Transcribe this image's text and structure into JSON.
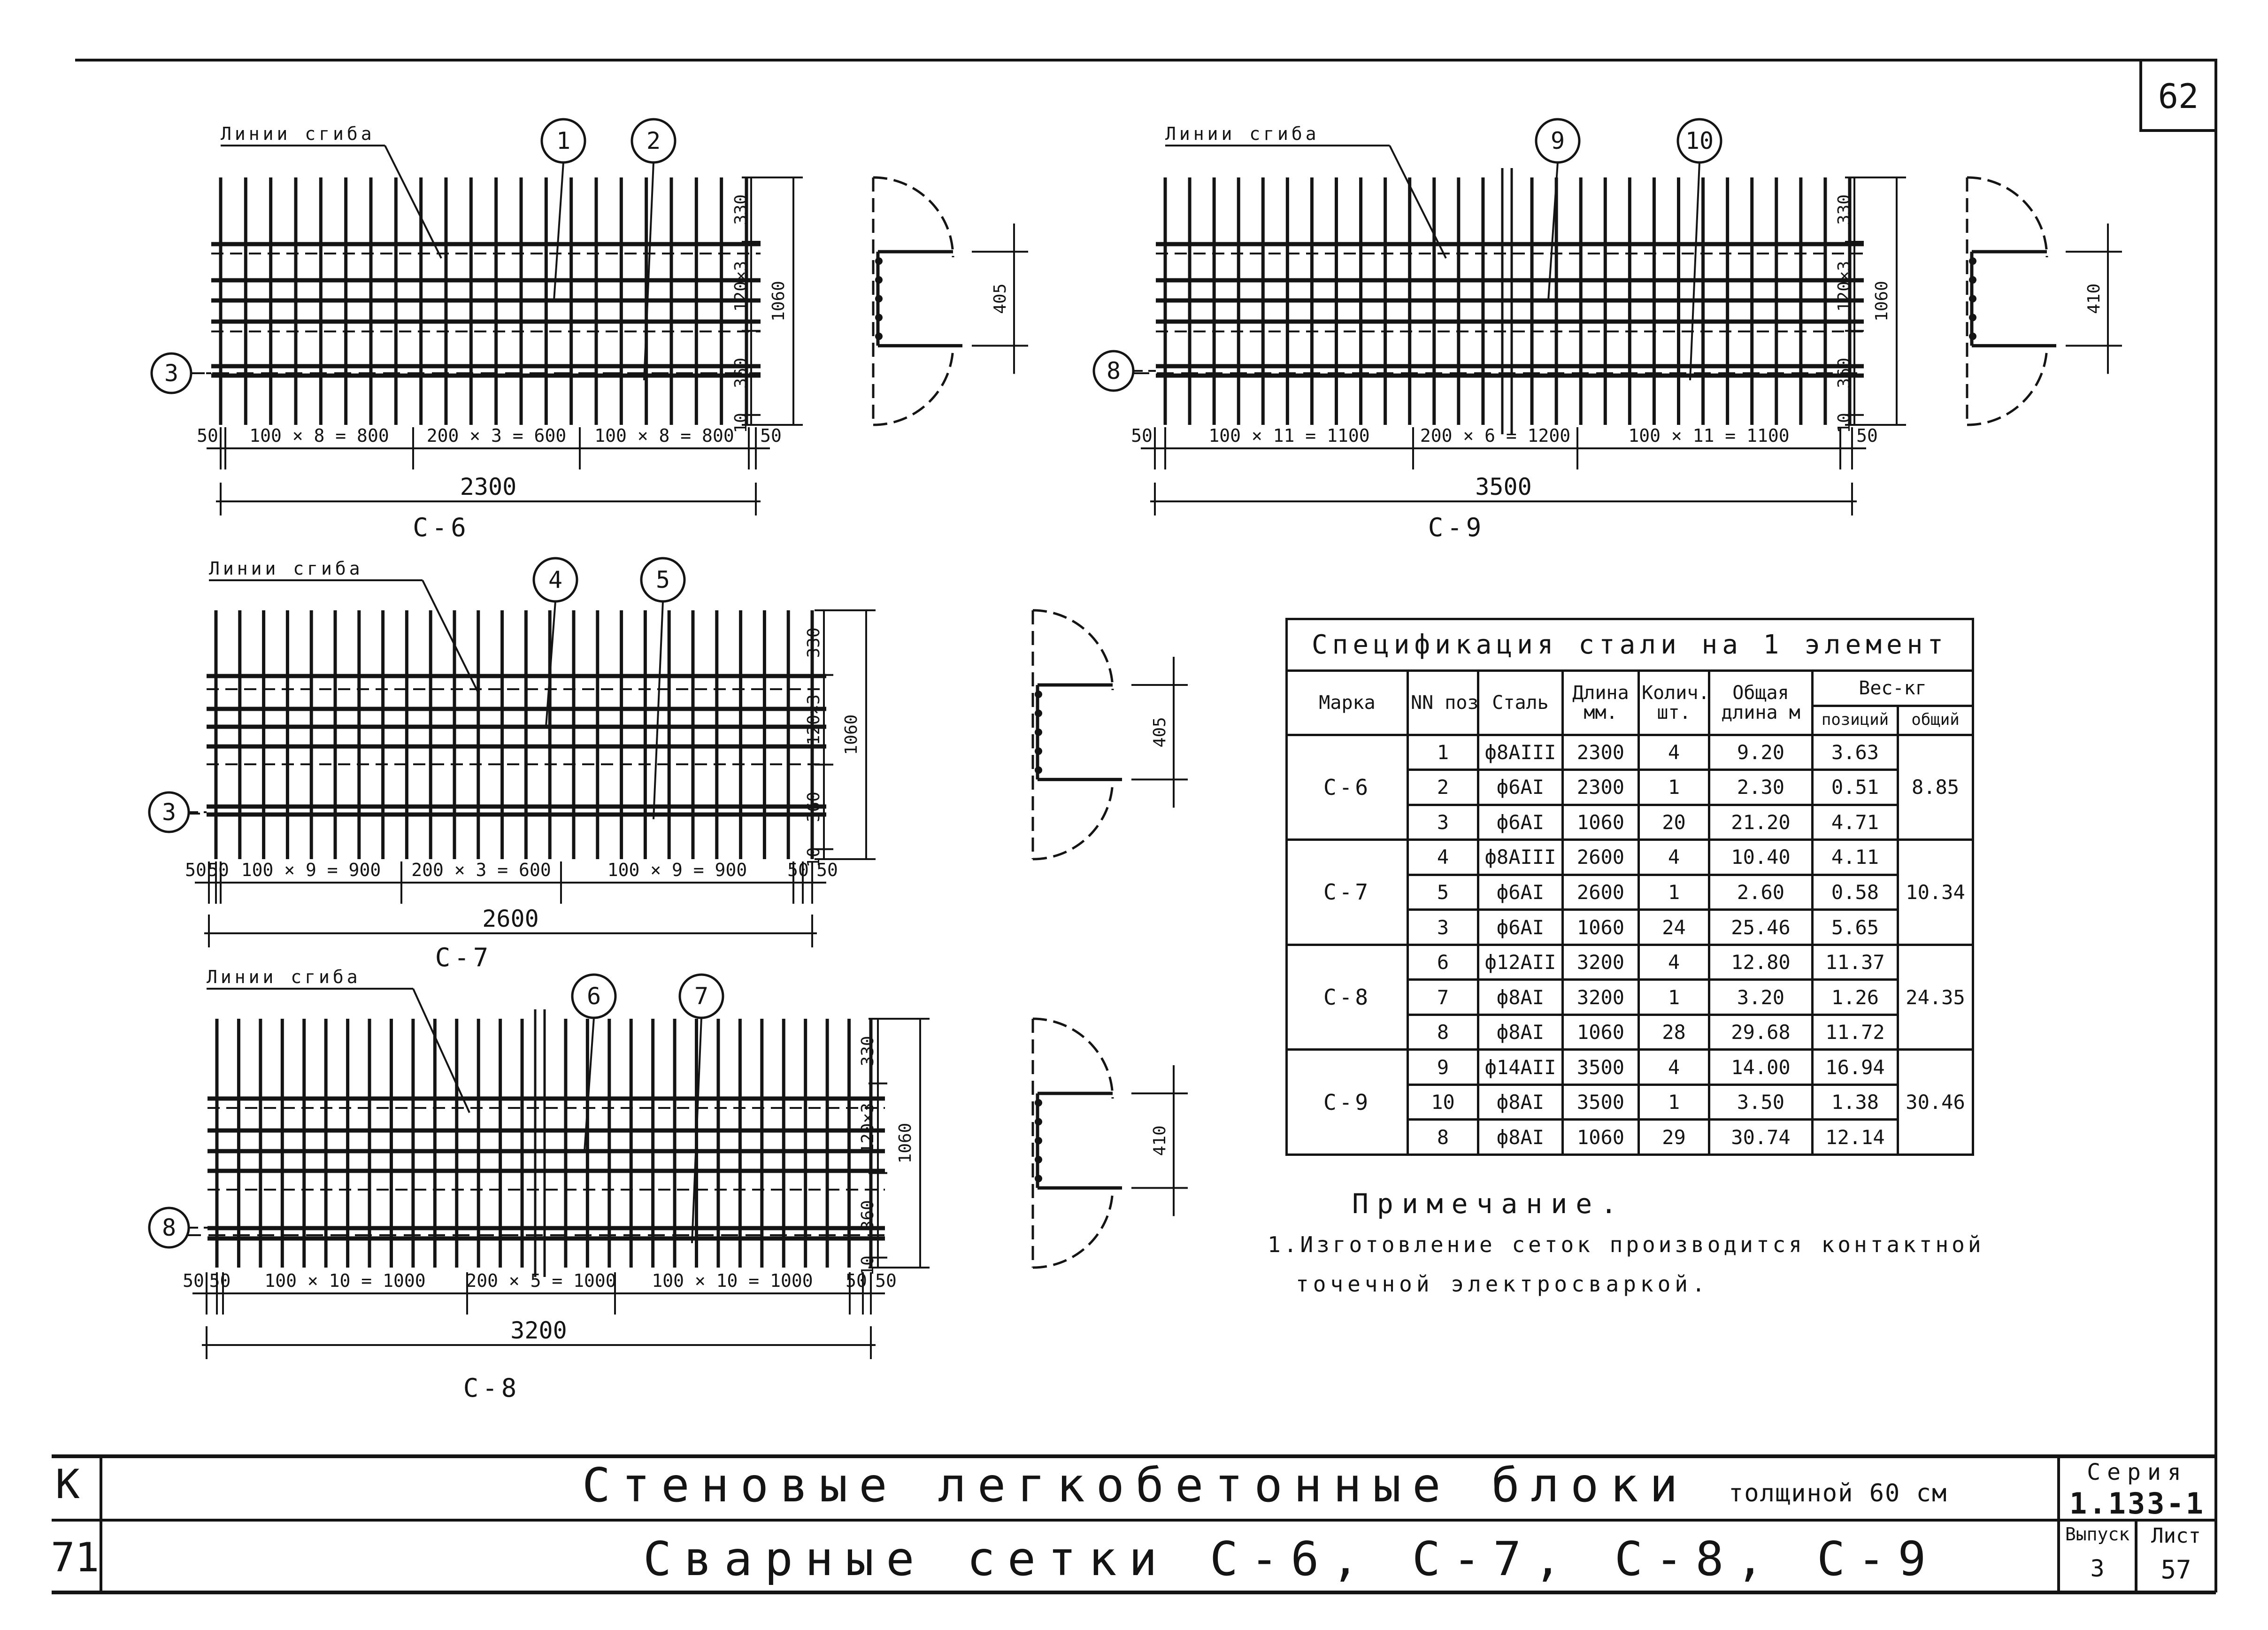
{
  "sheet_number": "62",
  "bend_label": "Линии сгиба",
  "meshes": [
    {
      "id": "c6",
      "name": "С-6",
      "pos_top_left": "1",
      "pos_top_right": "2",
      "pos_side": "3",
      "dims_segments": [
        "50",
        "100 × 8 = 800",
        "200 × 3 = 600",
        "100 × 8 = 800",
        "50"
      ],
      "dim_total": "2300",
      "dim_v": [
        "330",
        "120×3",
        "360",
        "10"
      ],
      "dim_v_total": "1060",
      "side_dim": "405"
    },
    {
      "id": "c9",
      "name": "С-9",
      "pos_top_left": "9",
      "pos_top_right": "10",
      "pos_side": "8",
      "dims_segments": [
        "50",
        "100 × 11 = 1100",
        "200 × 6 = 1200",
        "100 × 11 = 1100",
        "50"
      ],
      "dim_total": "3500",
      "dim_v": [
        "330",
        "120×3",
        "360",
        "10"
      ],
      "dim_v_total": "1060",
      "side_dim": "410"
    },
    {
      "id": "c7",
      "name": "С-7",
      "pos_top_left": "4",
      "pos_top_right": "5",
      "pos_side": "3",
      "dims_segments": [
        "50",
        "50",
        "100 × 9 = 900",
        "200 × 3 = 600",
        "100 × 9 = 900",
        "50",
        "50"
      ],
      "dim_total": "2600",
      "dim_v": [
        "330",
        "120×3",
        "360",
        "10"
      ],
      "dim_v_total": "1060",
      "side_dim": "405"
    },
    {
      "id": "c8",
      "name": "С-8",
      "pos_top_left": "6",
      "pos_top_right": "7",
      "pos_side": "8",
      "dims_segments": [
        "50",
        "50",
        "100 × 10 = 1000",
        "200 × 5 = 1000",
        "100 × 10 = 1000",
        "50",
        "50"
      ],
      "dim_total": "3200",
      "dim_v": [
        "330",
        "120×3",
        "360",
        "10"
      ],
      "dim_v_total": "1060",
      "side_dim": "410"
    }
  ],
  "spec": {
    "title": "Спецификация стали на 1 элемент",
    "headers": {
      "mark": "Марка",
      "pos_no": "NN поз",
      "steel": "Сталь",
      "length": "Длина мм.",
      "qty": "Колич. шт.",
      "total_length": "Общая длина м",
      "weight": "Вес-кг",
      "weight_pos": "позиций",
      "weight_total": "общий"
    },
    "groups": [
      {
        "mark": "С-6",
        "total": "8.85",
        "rows": [
          {
            "pos": "1",
            "steel": "ф8АIII",
            "length": "2300",
            "qty": "4",
            "total_length": "9.20",
            "weight": "3.63"
          },
          {
            "pos": "2",
            "steel": "ф6АI",
            "length": "2300",
            "qty": "1",
            "total_length": "2.30",
            "weight": "0.51"
          },
          {
            "pos": "3",
            "steel": "ф6АI",
            "length": "1060",
            "qty": "20",
            "total_length": "21.20",
            "weight": "4.71"
          }
        ]
      },
      {
        "mark": "С-7",
        "total": "10.34",
        "rows": [
          {
            "pos": "4",
            "steel": "ф8АIII",
            "length": "2600",
            "qty": "4",
            "total_length": "10.40",
            "weight": "4.11"
          },
          {
            "pos": "5",
            "steel": "ф6АI",
            "length": "2600",
            "qty": "1",
            "total_length": "2.60",
            "weight": "0.58"
          },
          {
            "pos": "3",
            "steel": "ф6АI",
            "length": "1060",
            "qty": "24",
            "total_length": "25.46",
            "weight": "5.65"
          }
        ]
      },
      {
        "mark": "С-8",
        "total": "24.35",
        "rows": [
          {
            "pos": "6",
            "steel": "ф12АII",
            "length": "3200",
            "qty": "4",
            "total_length": "12.80",
            "weight": "11.37"
          },
          {
            "pos": "7",
            "steel": "ф8АI",
            "length": "3200",
            "qty": "1",
            "total_length": "3.20",
            "weight": "1.26"
          },
          {
            "pos": "8",
            "steel": "ф8АI",
            "length": "1060",
            "qty": "28",
            "total_length": "29.68",
            "weight": "11.72"
          }
        ]
      },
      {
        "mark": "С-9",
        "total": "30.46",
        "rows": [
          {
            "pos": "9",
            "steel": "ф14АII",
            "length": "3500",
            "qty": "4",
            "total_length": "14.00",
            "weight": "16.94"
          },
          {
            "pos": "10",
            "steel": "ф8АI",
            "length": "3500",
            "qty": "1",
            "total_length": "3.50",
            "weight": "1.38"
          },
          {
            "pos": "8",
            "steel": "ф8АI",
            "length": "1060",
            "qty": "29",
            "total_length": "30.74",
            "weight": "12.14"
          }
        ]
      }
    ]
  },
  "note": {
    "heading": "Примечание.",
    "line1": "1.Изготовление сеток производится контактной",
    "line2": "точечной электросваркой."
  },
  "title_block": {
    "left_top": "К",
    "left_bottom": "71",
    "title_line1": "Стеновые легкобетонные блоки",
    "title_line1_suffix": "толщиной 60 см",
    "title_line2": "Сварные сетки С-6, С-7, С-8, С-9",
    "series_label": "Серия",
    "series_value": "1.133-1",
    "issue_label": "Выпуск",
    "issue_value": "3",
    "sheet_label": "Лист",
    "sheet_value": "57"
  }
}
